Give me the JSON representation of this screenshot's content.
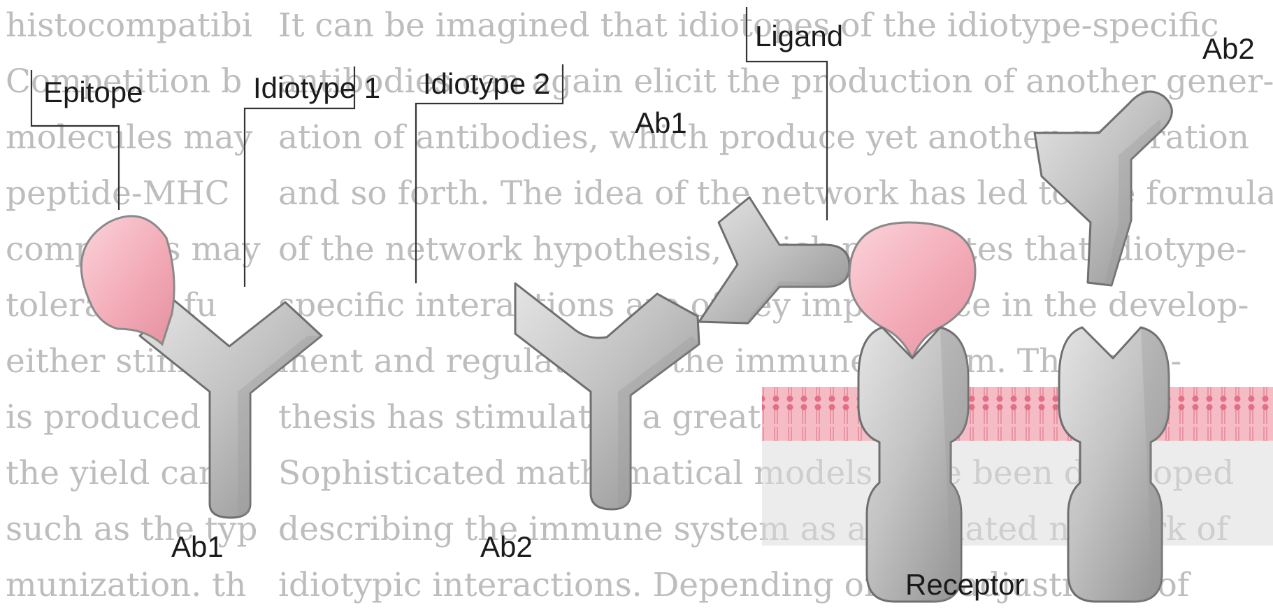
{
  "labels": {
    "epitope": "Epitope",
    "idiotype1": "Idiotype 1",
    "idiotype2": "Idiotype 2",
    "ab1_left": "Ab1",
    "ab1_middle": "Ab1",
    "ab2_middle": "Ab2",
    "ligand": "Ligand",
    "ab2_right": "Ab2",
    "receptor": "Receptor"
  },
  "background_text": [
    "It can be imagined that idiotopes of the idiotype-specific",
    "antibodies can again elicit the production of another gener-",
    "ation of antibodies, which produce yet another generation",
    "and so forth. The idea of the network has led to the formulation",
    "of the network hypothesis, which postulates that idiotype-",
    "specific interactions are of key importance in the develop-",
    "ment and regulation of the immune system. The hypo-",
    "thesis has stimulated a great deal of theoretical work.",
    "Sophisticated mathematical models have been developed",
    "describing the immune system as a regulated network of",
    "idiotypic interactions. Depending on the adjustment of"
  ],
  "left_margin_text": [
    "histocompatibi",
    "Competition b",
    "molecules may",
    "peptide-MHC",
    "complexes may",
    "tolerance, fu",
    "either stimulato",
    "is produced b",
    "the yield can b",
    "such as the typ",
    "munization. th"
  ],
  "colors": {
    "antibody": "#b9b9b9",
    "antigen": "#f3a9b6",
    "membrane": "#f29fad",
    "background_text": "#bdbdbd"
  }
}
